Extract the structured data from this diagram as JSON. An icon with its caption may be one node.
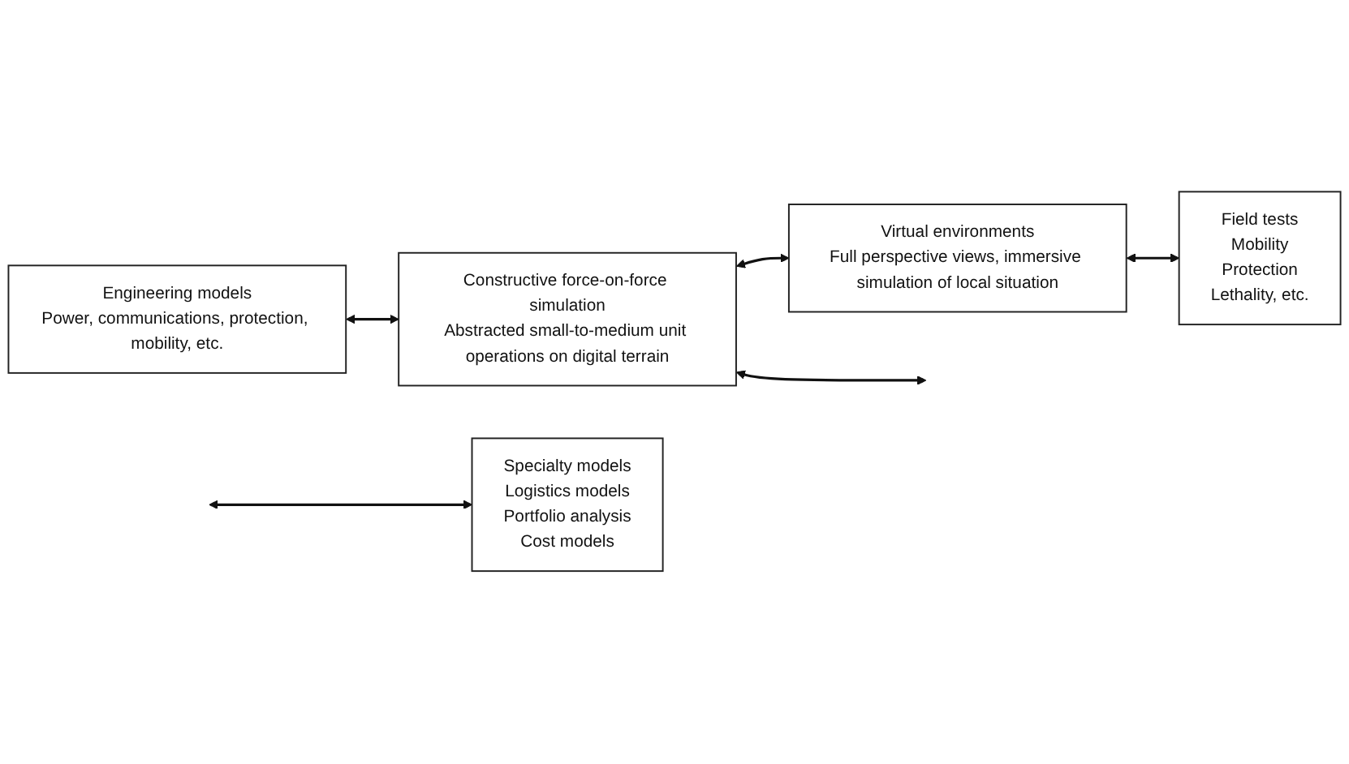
{
  "diagram": {
    "nodes": [
      {
        "text": [
          "Engineering models",
          "Power, communications, protection, mobility, etc."
        ]
      },
      {
        "text": [
          "Constructive force-on-force simulation",
          "Abstracted small-to-medium unit operations on digital terrain"
        ]
      },
      {
        "text": [
          "Virtual environments",
          "Full perspective views, immersive simulation of local situation"
        ]
      },
      {
        "text": [
          "Specialty models",
          "Logistics models",
          "Portfolio analysis",
          "Cost models"
        ]
      },
      {
        "text": [
          "Field tests",
          "Mobility",
          "Protection",
          "Lethality, etc."
        ]
      }
    ],
    "edges": [
      {
        "from": 0,
        "to": 1,
        "arrow": "both"
      },
      {
        "from": 1,
        "to": 2,
        "arrow": "both"
      },
      {
        "from": null,
        "to": 3,
        "arrow": "both"
      },
      {
        "from": 1,
        "to": null,
        "arrow": "both"
      },
      {
        "from": 2,
        "to": 4,
        "arrow": "both"
      }
    ]
  }
}
